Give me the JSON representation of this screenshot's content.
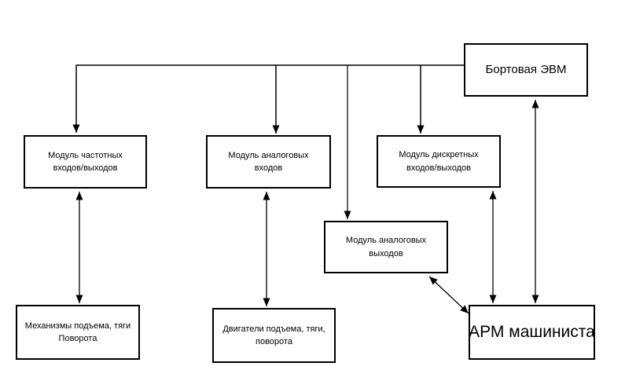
{
  "diagram": {
    "colors": {
      "background": "#ffffff",
      "line": "#000000",
      "box_border": "#000000",
      "text": "#000000"
    },
    "nodes": [
      {
        "id": "onboard-computer",
        "label": "Бортовая ЭВМ",
        "lines": [
          "Бортовая ЭВМ"
        ]
      },
      {
        "id": "frequency-io-module",
        "label": "Модуль частотных входов/выходов",
        "lines": [
          "Модуль частотных",
          "входов/выходов"
        ]
      },
      {
        "id": "analog-input-module",
        "label": "Модуль аналоговых входов",
        "lines": [
          "Модуль аналоговых",
          "входов"
        ]
      },
      {
        "id": "discrete-io-module",
        "label": "Модуль дискретных входов/выходов",
        "lines": [
          "Модуль дискретных",
          "входов/выходов"
        ]
      },
      {
        "id": "analog-output-module",
        "label": "Модуль аналоговых выходов",
        "lines": [
          "Модуль аналоговых",
          "выходов"
        ]
      },
      {
        "id": "mechanisms",
        "label": "Механизмы подъема, тяги Поворота",
        "lines": [
          "Механизмы подъема, тяги",
          "Поворота"
        ]
      },
      {
        "id": "motors",
        "label": "Двигатели подъема, тяги, поворота",
        "lines": [
          "Двигатели подъема, тяги,",
          "поворота"
        ]
      },
      {
        "id": "operator-workstation",
        "label": "АРМ машиниста",
        "lines": [
          "АРМ машиниста"
        ]
      }
    ],
    "edges": [
      {
        "from": "onboard-computer",
        "to": "frequency-io-module",
        "type": "arrow"
      },
      {
        "from": "onboard-computer",
        "to": "analog-input-module",
        "type": "arrow"
      },
      {
        "from": "onboard-computer",
        "to": "analog-output-module",
        "type": "arrow"
      },
      {
        "from": "onboard-computer",
        "to": "discrete-io-module",
        "type": "arrow"
      },
      {
        "from": "frequency-io-module",
        "to": "mechanisms",
        "type": "double-arrow"
      },
      {
        "from": "analog-input-module",
        "to": "motors",
        "type": "double-arrow"
      },
      {
        "from": "discrete-io-module",
        "to": "operator-workstation",
        "type": "double-arrow"
      },
      {
        "from": "onboard-computer",
        "to": "operator-workstation",
        "type": "double-arrow"
      },
      {
        "from": "analog-output-module",
        "to": "operator-workstation",
        "type": "double-arrow"
      }
    ]
  }
}
